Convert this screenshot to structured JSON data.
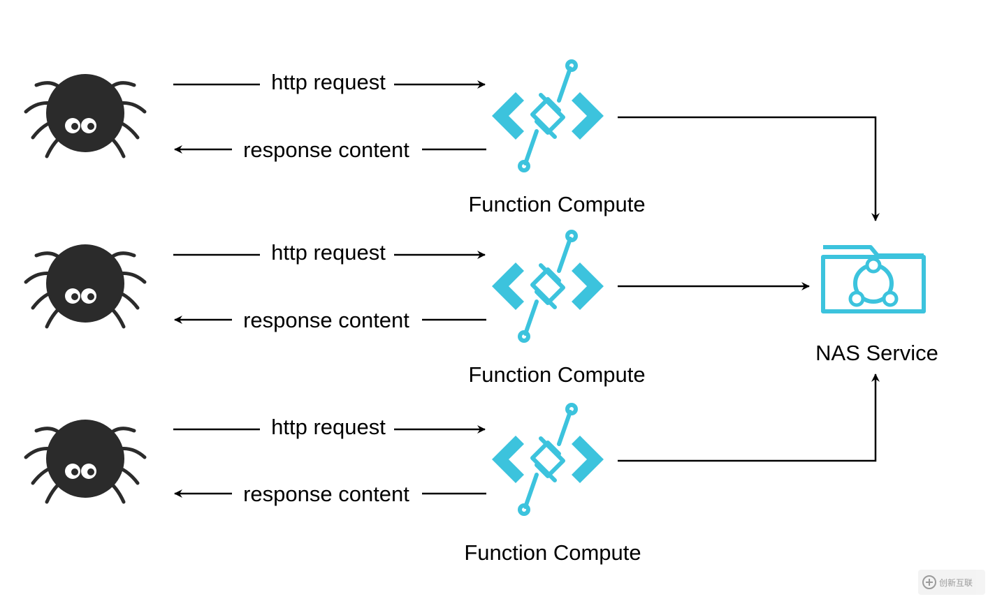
{
  "rows": [
    {
      "spider": "spider-icon",
      "request_label": "http request",
      "response_label": "response content",
      "fc_icon": "function-compute-icon",
      "fc_label": "Function Compute"
    },
    {
      "spider": "spider-icon",
      "request_label": "http request",
      "response_label": "response content",
      "fc_icon": "function-compute-icon",
      "fc_label": "Function Compute"
    },
    {
      "spider": "spider-icon",
      "request_label": "http request",
      "response_label": "response content",
      "fc_icon": "function-compute-icon",
      "fc_label": "Function Compute"
    }
  ],
  "nas": {
    "icon": "nas-folder-icon",
    "label": "NAS Service"
  },
  "watermark": {
    "text": "创新互联"
  },
  "colors": {
    "icon_accent": "#3cc3dd",
    "spider_body": "#2b2b2b",
    "line": "#000000"
  }
}
